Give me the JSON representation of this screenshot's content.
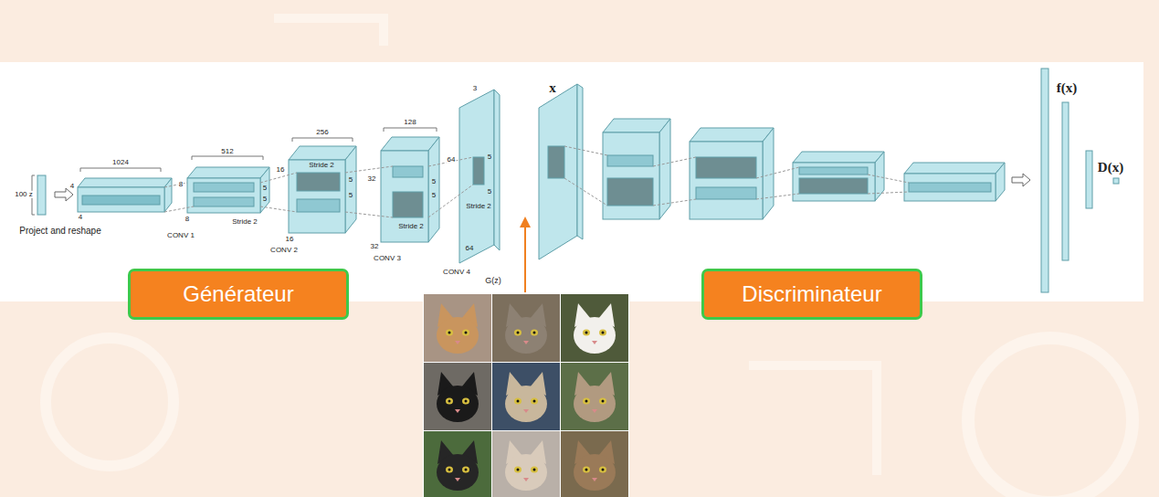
{
  "diagram": {
    "nodes": [
      {
        "text": [
          "Générateur"
        ]
      },
      {
        "text": [
          "Discriminateur"
        ]
      }
    ],
    "labels": [
      "100 z",
      "Project and reshape",
      "1024",
      "4",
      "4",
      "512",
      "8",
      "8",
      "CONV 1",
      "Stride 2",
      "5",
      "5",
      "256",
      "16",
      "16",
      "CONV 2",
      "Stride 2",
      "5",
      "5",
      "128",
      "32",
      "32",
      "CONV 3",
      "Stride 2",
      "5",
      "5",
      "3",
      "64",
      "64",
      "CONV 4",
      "Stride 2",
      "5",
      "5",
      "G(z)",
      "x",
      "f(x)",
      "D(x)"
    ]
  }
}
